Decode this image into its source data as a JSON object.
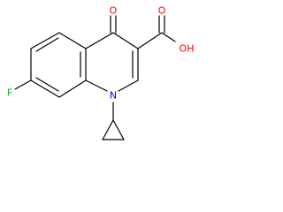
{
  "colors": {
    "bond": "#000000",
    "oxygen": "#ff0000",
    "nitrogen": "#0000ff",
    "fluorine": "#22aa22",
    "background": "#ffffff"
  },
  "atoms": {
    "ketone_oxygen": "O",
    "carboxyl_oxygen": "O",
    "hydroxyl": "OH",
    "nitrogen": "N",
    "fluorine": "F"
  }
}
